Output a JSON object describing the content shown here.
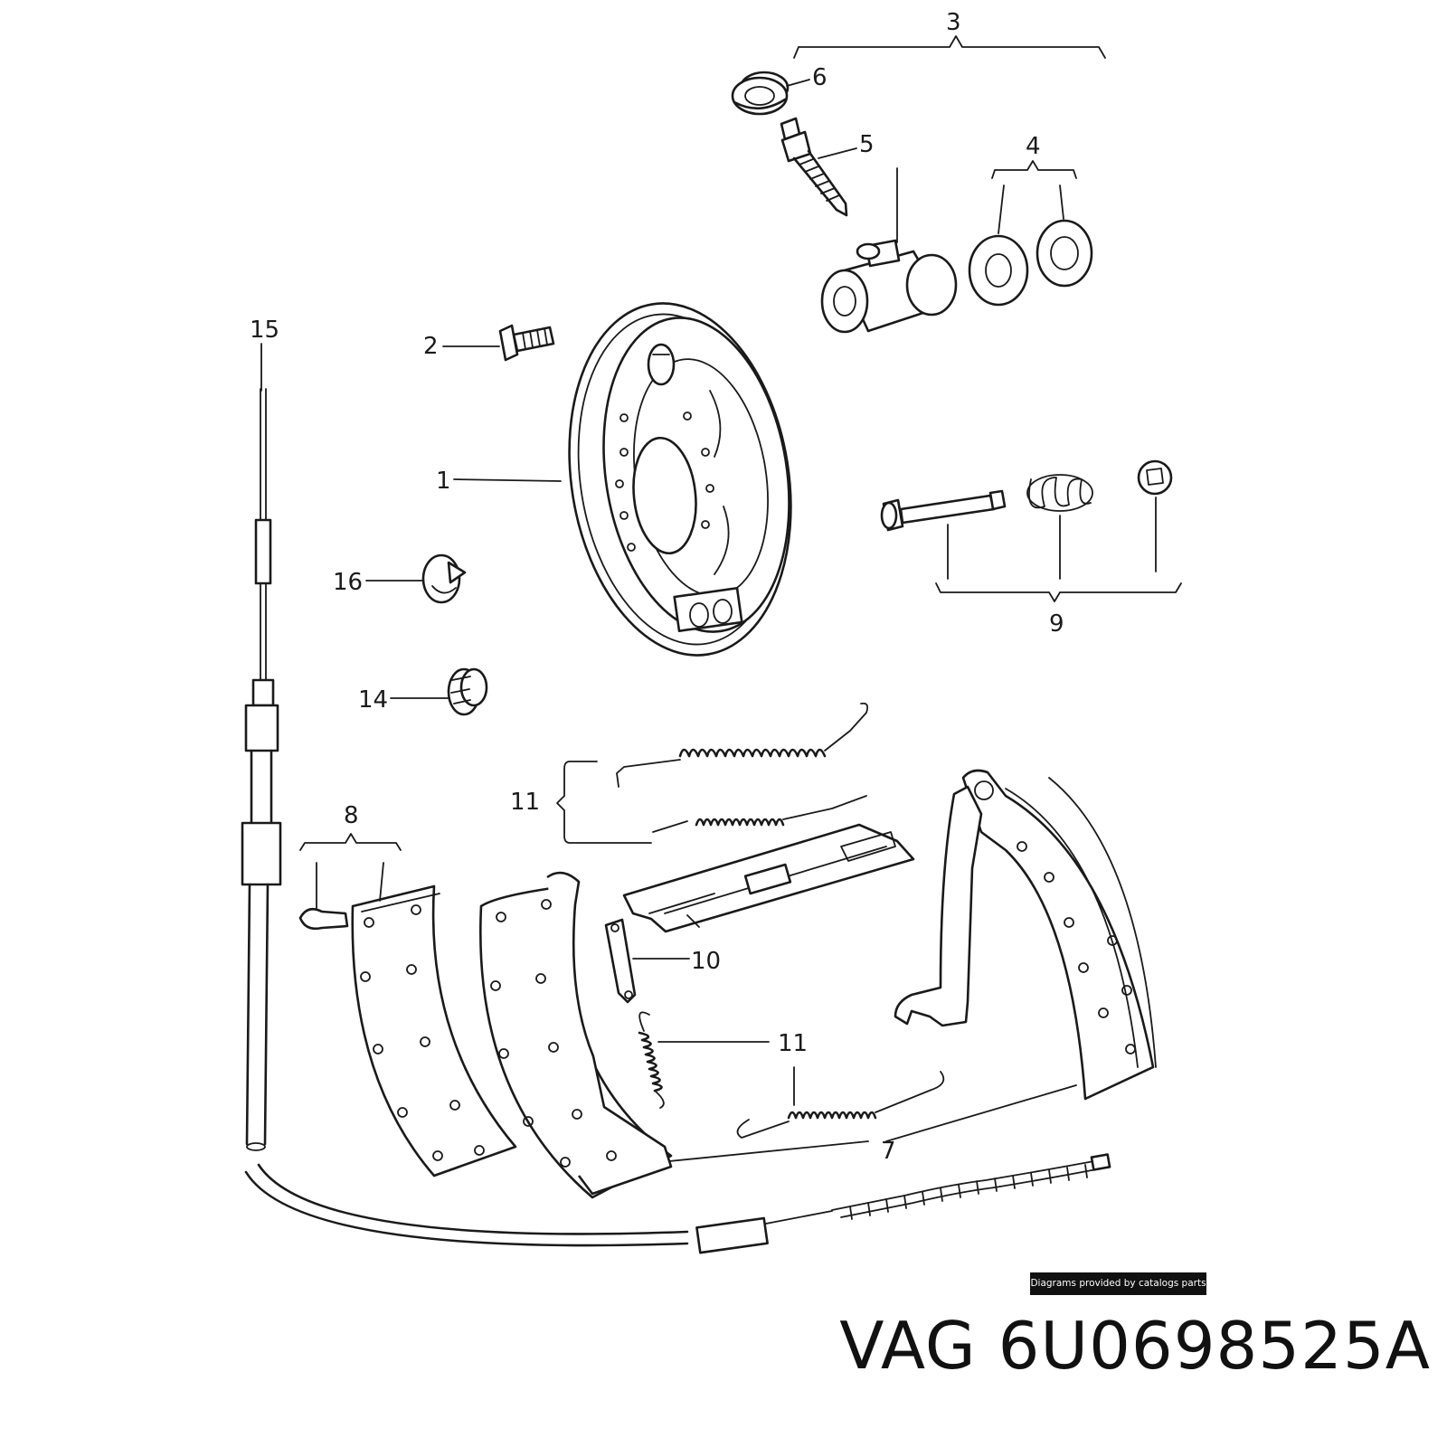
{
  "callouts": {
    "c1": "1",
    "c2": "2",
    "c3": "3",
    "c4": "4",
    "c5": "5",
    "c6": "6",
    "c7": "7",
    "c8": "8",
    "c9": "9",
    "c10": "10",
    "c11a": "11",
    "c11b": "11",
    "c14": "14",
    "c15": "15",
    "c16": "16"
  },
  "credit": "Diagrams provided by catalogs parts",
  "part_number": "VAG 6U0698525A"
}
